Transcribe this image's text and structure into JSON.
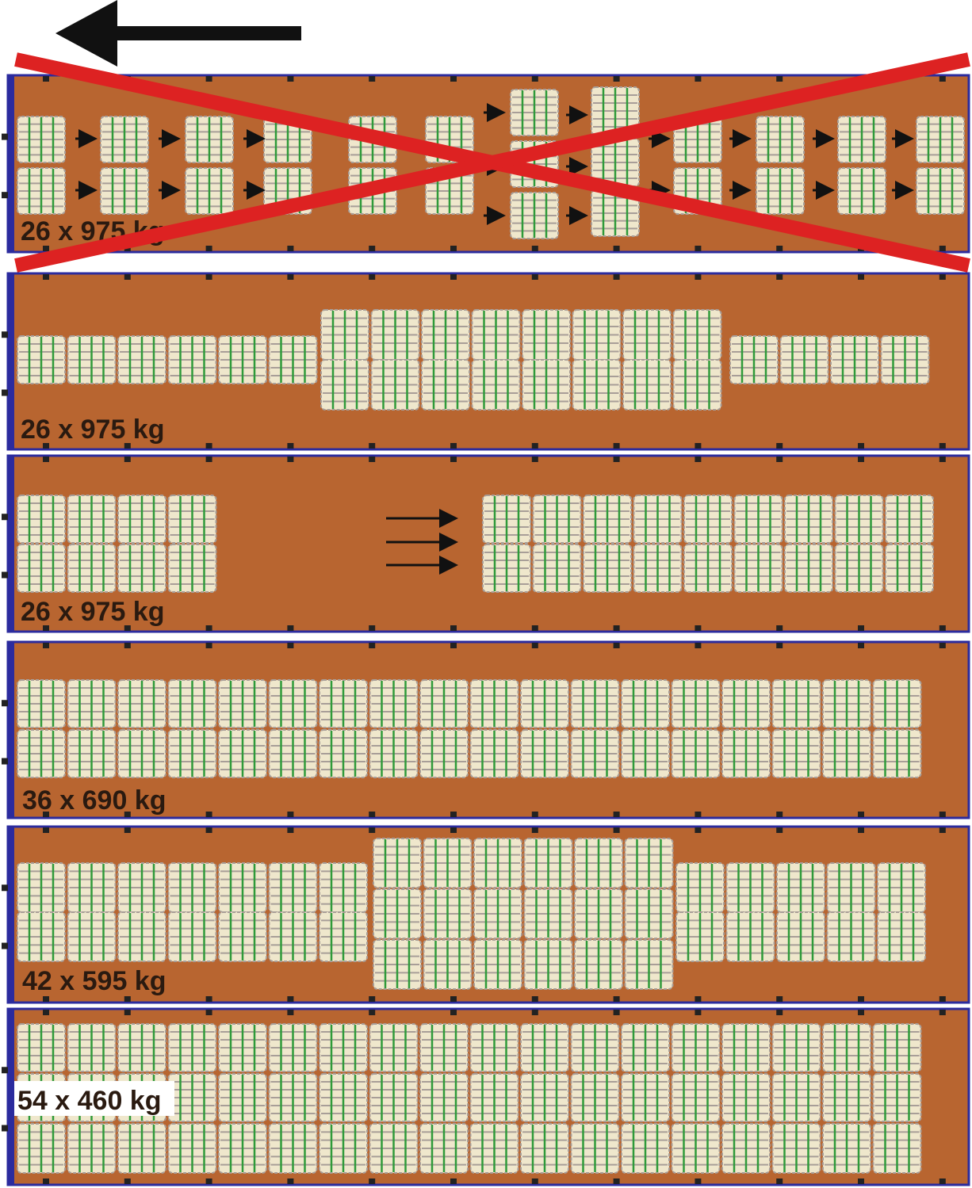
{
  "colors": {
    "deck": "#b86530",
    "frame": "#2b2b9e",
    "pallet_fill": "#efe7cc",
    "pallet_slat": "#a89e98",
    "pallet_beam": "#2f9a3a",
    "cross": "#dd2222",
    "arrow": "#111111",
    "label_text": "#2a1a10"
  },
  "icons": {
    "direction": "arrow-left-icon",
    "push": "arrow-right-icon",
    "reject": "red-cross-icon"
  },
  "panels": [
    {
      "id": "panel-1",
      "label": "26 x 975 kg",
      "crossed": true
    },
    {
      "id": "panel-2",
      "label": "26 x 975 kg",
      "crossed": false
    },
    {
      "id": "panel-3",
      "label": "26 x 975 kg",
      "crossed": false
    },
    {
      "id": "panel-4",
      "label": "36 x 690 kg",
      "crossed": false
    },
    {
      "id": "panel-5",
      "label": "42 x 595 kg",
      "crossed": false
    },
    {
      "id": "panel-6",
      "label": "54 x 460 kg",
      "crossed": false
    }
  ]
}
